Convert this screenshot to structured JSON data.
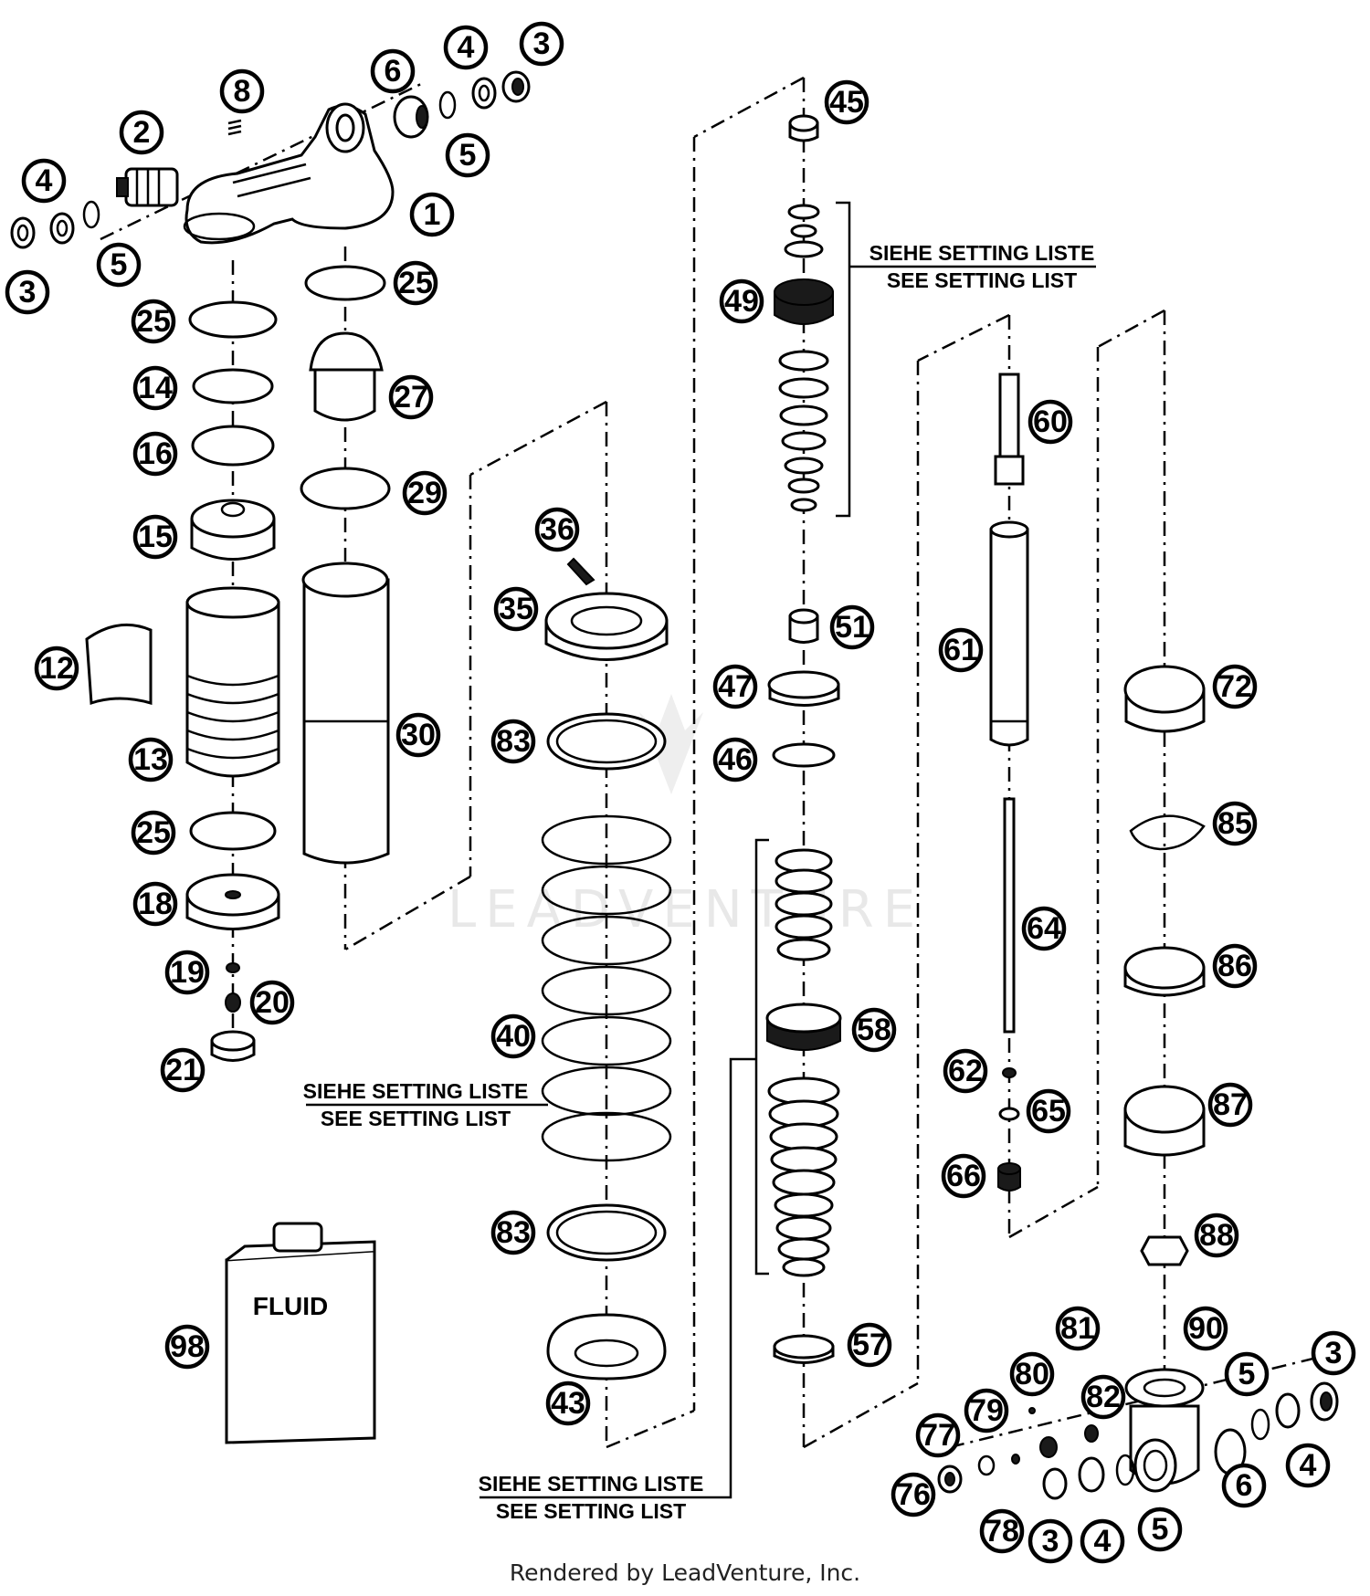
{
  "watermark": "LEADVENTURE",
  "footer": "Rendered by LeadVenture, Inc.",
  "fluid_label": "FLUID",
  "setting_note": {
    "line1": "SIEHE SETTING LISTE",
    "line2": "SEE SETTING LIST"
  },
  "callouts": {
    "c1": "1",
    "c2": "2",
    "c3a": "3",
    "c3b": "3",
    "c3c": "3",
    "c3d": "3",
    "c4a": "4",
    "c4b": "4",
    "c4c": "4",
    "c4d": "4",
    "c5a": "5",
    "c5b": "5",
    "c5c": "5",
    "c5d": "5",
    "c6a": "6",
    "c6b": "6",
    "c8": "8",
    "c12": "12",
    "c13": "13",
    "c14": "14",
    "c15": "15",
    "c16": "16",
    "c18": "18",
    "c19": "19",
    "c20": "20",
    "c21": "21",
    "c25a": "25",
    "c25b": "25",
    "c25c": "25",
    "c27": "27",
    "c29": "29",
    "c30": "30",
    "c35": "35",
    "c36": "36",
    "c40": "40",
    "c43": "43",
    "c45": "45",
    "c46": "46",
    "c47": "47",
    "c49": "49",
    "c51": "51",
    "c57": "57",
    "c58": "58",
    "c60": "60",
    "c61": "61",
    "c62": "62",
    "c64": "64",
    "c65": "65",
    "c66": "66",
    "c72": "72",
    "c76": "76",
    "c77": "77",
    "c78": "78",
    "c79": "79",
    "c80": "80",
    "c81": "81",
    "c82": "82",
    "c83a": "83",
    "c83b": "83",
    "c85": "85",
    "c86": "86",
    "c87": "87",
    "c88": "88",
    "c90": "90",
    "c98": "98"
  }
}
